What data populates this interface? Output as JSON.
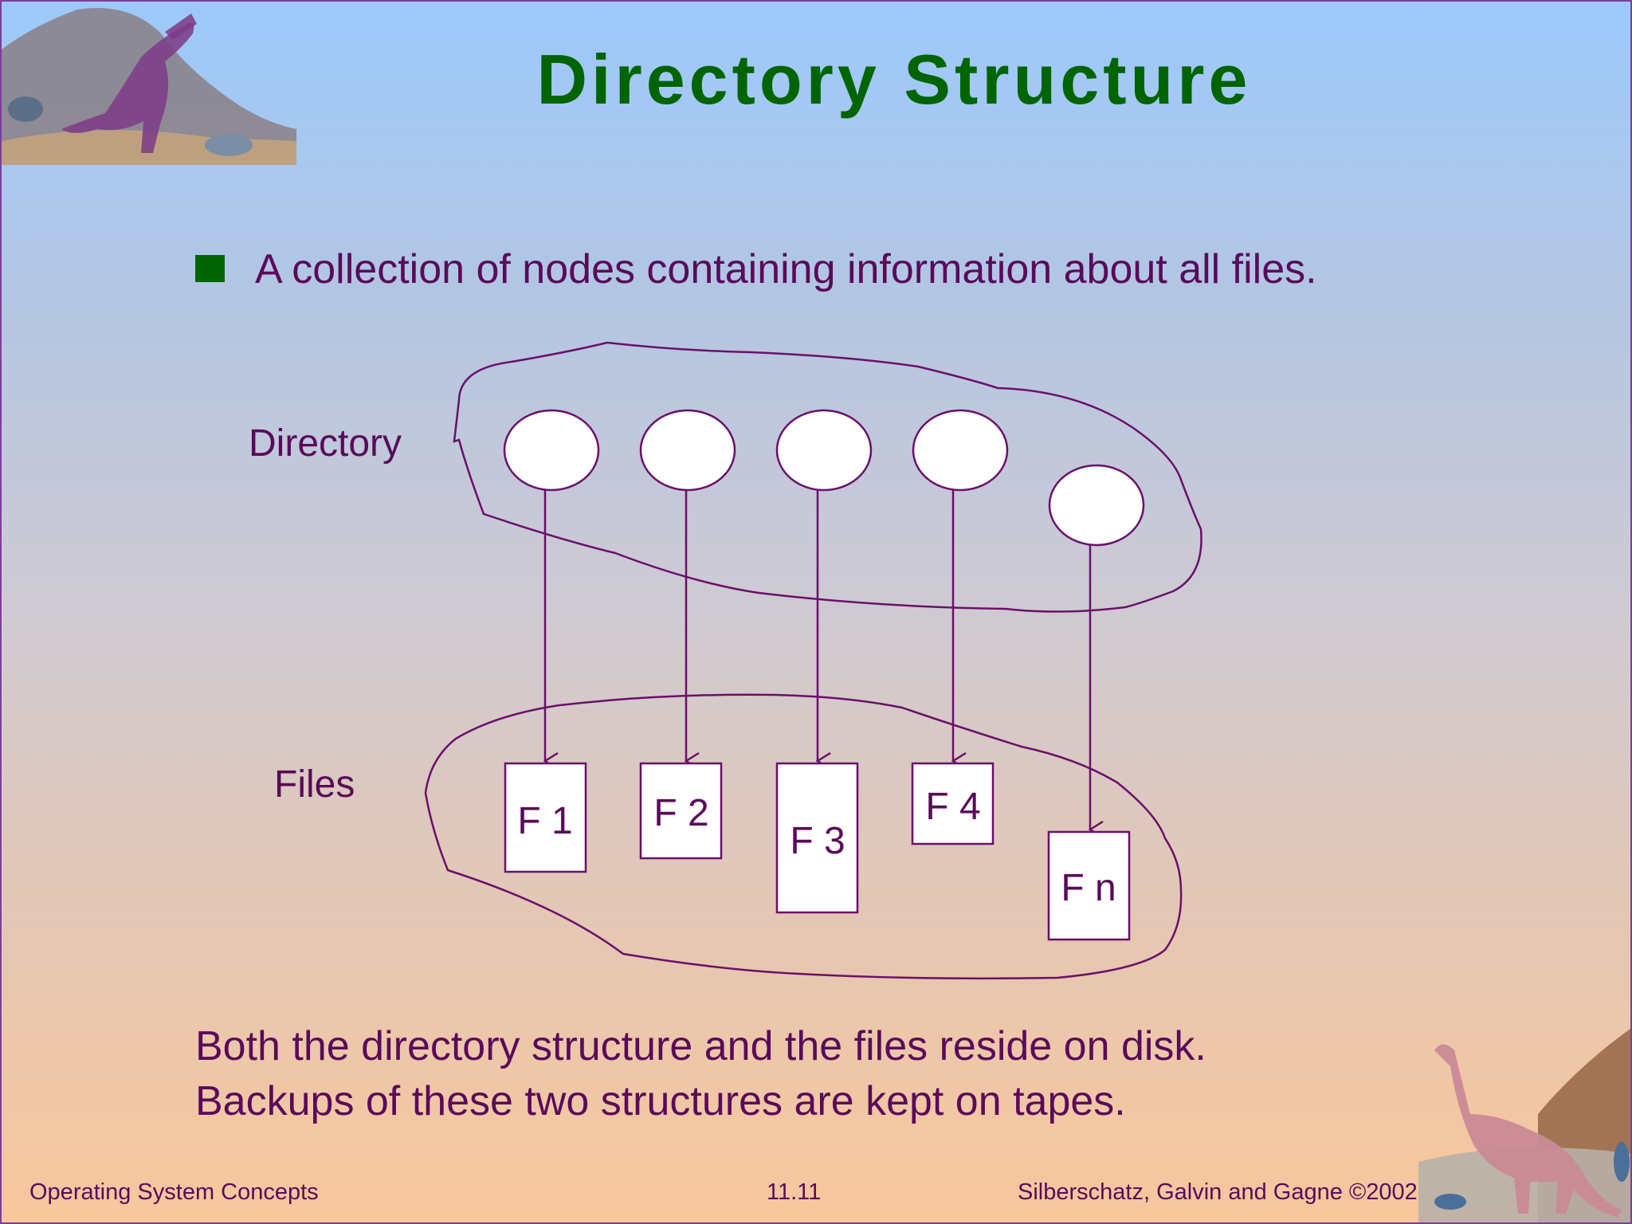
{
  "slide": {
    "title": "Directory Structure",
    "bullet": "A collection of nodes containing information about all files.",
    "labels": {
      "directory": "Directory",
      "files": "Files"
    },
    "file_nodes": [
      "F 1",
      "F 2",
      "F 3",
      "F 4",
      "F n"
    ],
    "footnote_lines": [
      "Both the directory structure and the files reside on disk.",
      "Backups of these two structures are kept on tapes."
    ]
  },
  "footer": {
    "left": "Operating System Concepts",
    "center": "11.11",
    "right": "Silberschatz, Galvin and  Gagne ©2002"
  },
  "colors": {
    "title": "#006400",
    "text": "#5a0a5a",
    "stroke": "#6b0f6b"
  }
}
